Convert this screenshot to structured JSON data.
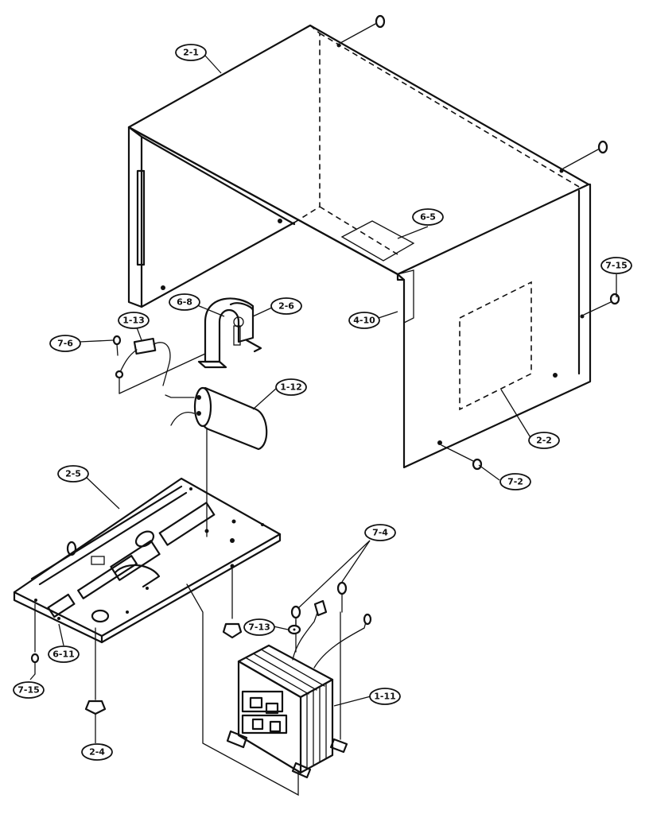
{
  "callouts": [
    {
      "id": "2-1",
      "label": "2-1"
    },
    {
      "id": "6-5",
      "label": "6-5"
    },
    {
      "id": "7-15a",
      "label": "7-15"
    },
    {
      "id": "6-8",
      "label": "6-8"
    },
    {
      "id": "2-6",
      "label": "2-6"
    },
    {
      "id": "4-10",
      "label": "4-10"
    },
    {
      "id": "1-13",
      "label": "1-13"
    },
    {
      "id": "7-6",
      "label": "7-6"
    },
    {
      "id": "1-12",
      "label": "1-12"
    },
    {
      "id": "2-2",
      "label": "2-2"
    },
    {
      "id": "7-2",
      "label": "7-2"
    },
    {
      "id": "2-5",
      "label": "2-5"
    },
    {
      "id": "7-4",
      "label": "7-4"
    },
    {
      "id": "7-13",
      "label": "7-13"
    },
    {
      "id": "1-11",
      "label": "1-11"
    },
    {
      "id": "6-11",
      "label": "6-11"
    },
    {
      "id": "7-15b",
      "label": "7-15"
    },
    {
      "id": "2-4",
      "label": "2-4"
    }
  ]
}
